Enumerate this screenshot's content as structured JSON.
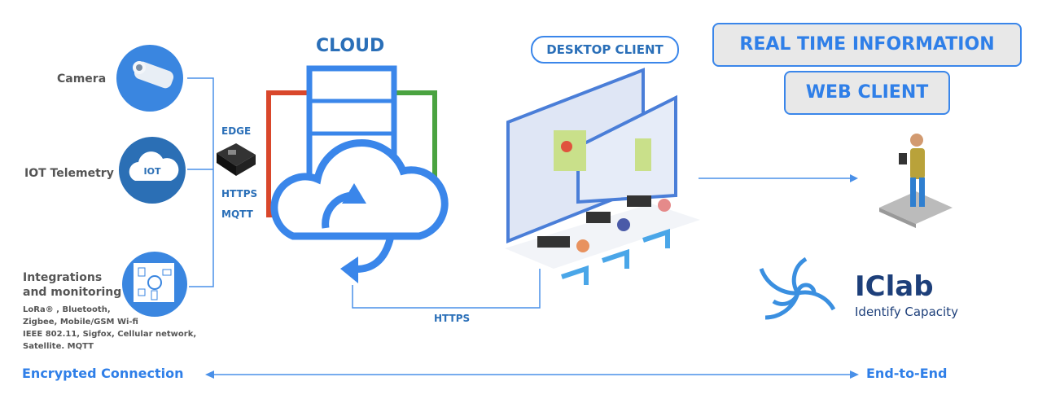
{
  "sources": {
    "camera": "Camera",
    "iot": "IOT Telemetry",
    "iot_badge": "IOT",
    "integrations_line1": "Integrations",
    "integrations_line2": "and monitoring",
    "protocols": [
      "LoRa® , Bluetooth,",
      "Zigbee, Mobile/GSM Wi-fi",
      "IEEE 802.11, Sigfox, Cellular network,",
      "Satellite. MQTT"
    ]
  },
  "edge": {
    "edge": "EDGE",
    "https": "HTTPS",
    "mqtt": "MQTT"
  },
  "cloud": {
    "title": "CLOUD",
    "link_label": "HTTPS"
  },
  "desktop_client": "DESKTOP CLIENT",
  "real_time": "REAL TIME INFORMATION",
  "web_client": "WEB CLIENT",
  "logo": {
    "name": "IClab",
    "tagline": "Identify Capacity"
  },
  "footer": {
    "left": "Encrypted Connection",
    "right": "End-to-End"
  },
  "colors": {
    "accent": "#2f7fe8",
    "text": "#555555"
  }
}
